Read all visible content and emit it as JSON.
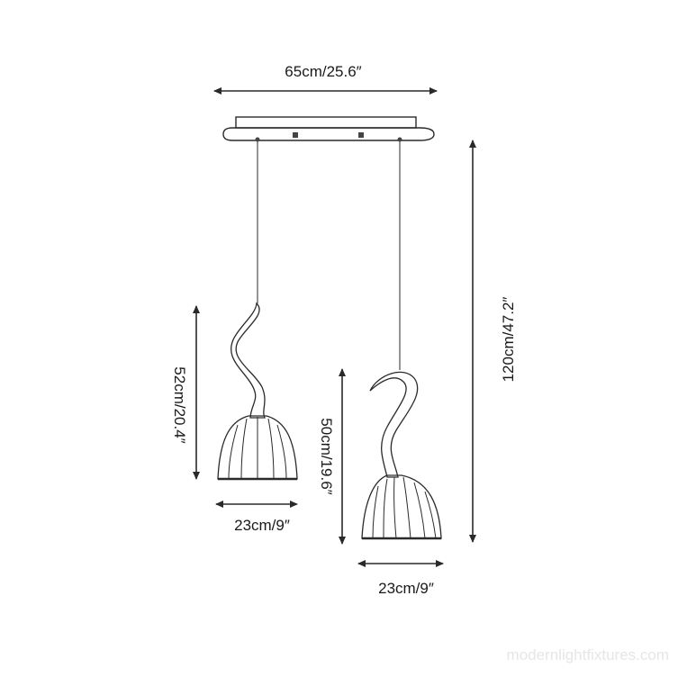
{
  "dimensions": {
    "canopy_width": "65cm/25.6″",
    "total_height": "120cm/47.2″",
    "left_pendant_height": "52cm/20.4″",
    "left_pendant_width": "23cm/9″",
    "right_pendant_height": "50cm/19.6″",
    "right_pendant_width": "23cm/9″"
  },
  "watermark": "modernlightfixtures.com",
  "colors": {
    "line": "#2a2a2a",
    "text": "#1a1a1a",
    "watermark": "#e6e6e6"
  }
}
